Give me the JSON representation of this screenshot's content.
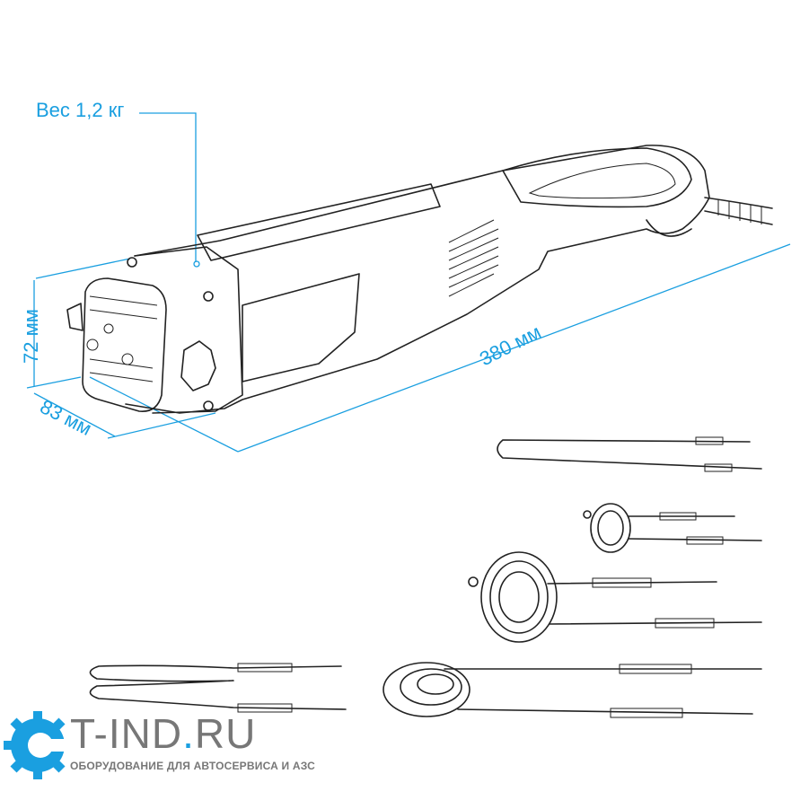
{
  "labels": {
    "weight": "Вес 1,2 кг",
    "height": "72 мм",
    "width": "83 мм",
    "length": "380 мм"
  },
  "logo": {
    "name_part1": "T-IND",
    "name_dot": ".",
    "name_part2": "RU",
    "tagline": "ОБОРУДОВАНИЕ ДЛЯ АВТОСЕРВИСА И АЗС"
  },
  "colors": {
    "accent": "#1a9fe0",
    "logo_gray": "#777777"
  }
}
